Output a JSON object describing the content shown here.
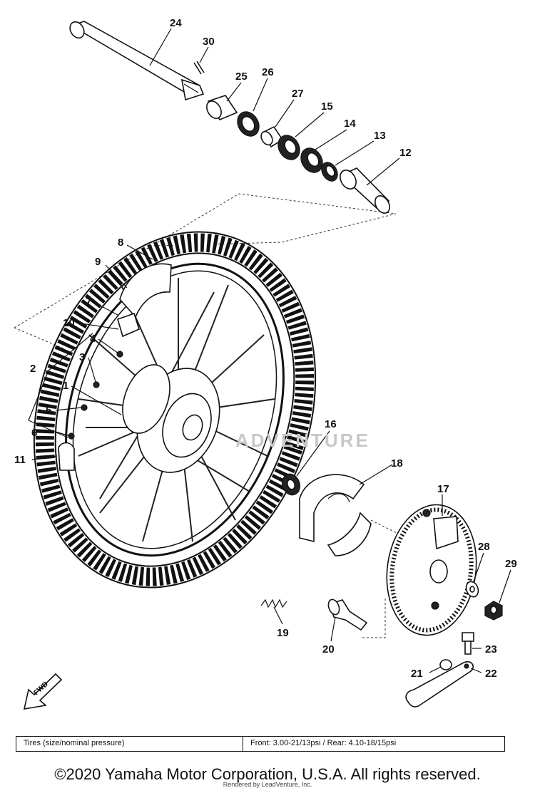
{
  "callouts": {
    "c1": "1",
    "c2": "2",
    "c3": "3",
    "c4": "4",
    "c5": "5",
    "c6": "6",
    "c7": "7",
    "c8": "8",
    "c9": "9",
    "c10": "10",
    "c11": "11",
    "c12": "12",
    "c13": "13",
    "c14": "14",
    "c15": "15",
    "c16": "16",
    "c17": "17",
    "c18": "18",
    "c19": "19",
    "c20": "20",
    "c21": "21",
    "c22": "22",
    "c23": "23",
    "c24": "24",
    "c25": "25",
    "c26": "26",
    "c27": "27",
    "c28": "28",
    "c29": "29",
    "c30": "30"
  },
  "fwd_label": "FWD",
  "watermark": "ADVENTURE",
  "spec": {
    "label": "Tires (size/nominal pressure)",
    "value": "Front:  3.00-21/13psi   /   Rear:  4.10-18/15psi"
  },
  "copyright": "©2020 Yamaha Motor Corporation, U.S.A. All rights reserved.",
  "rendered_by": "Rendered by LeadVenture, Inc."
}
